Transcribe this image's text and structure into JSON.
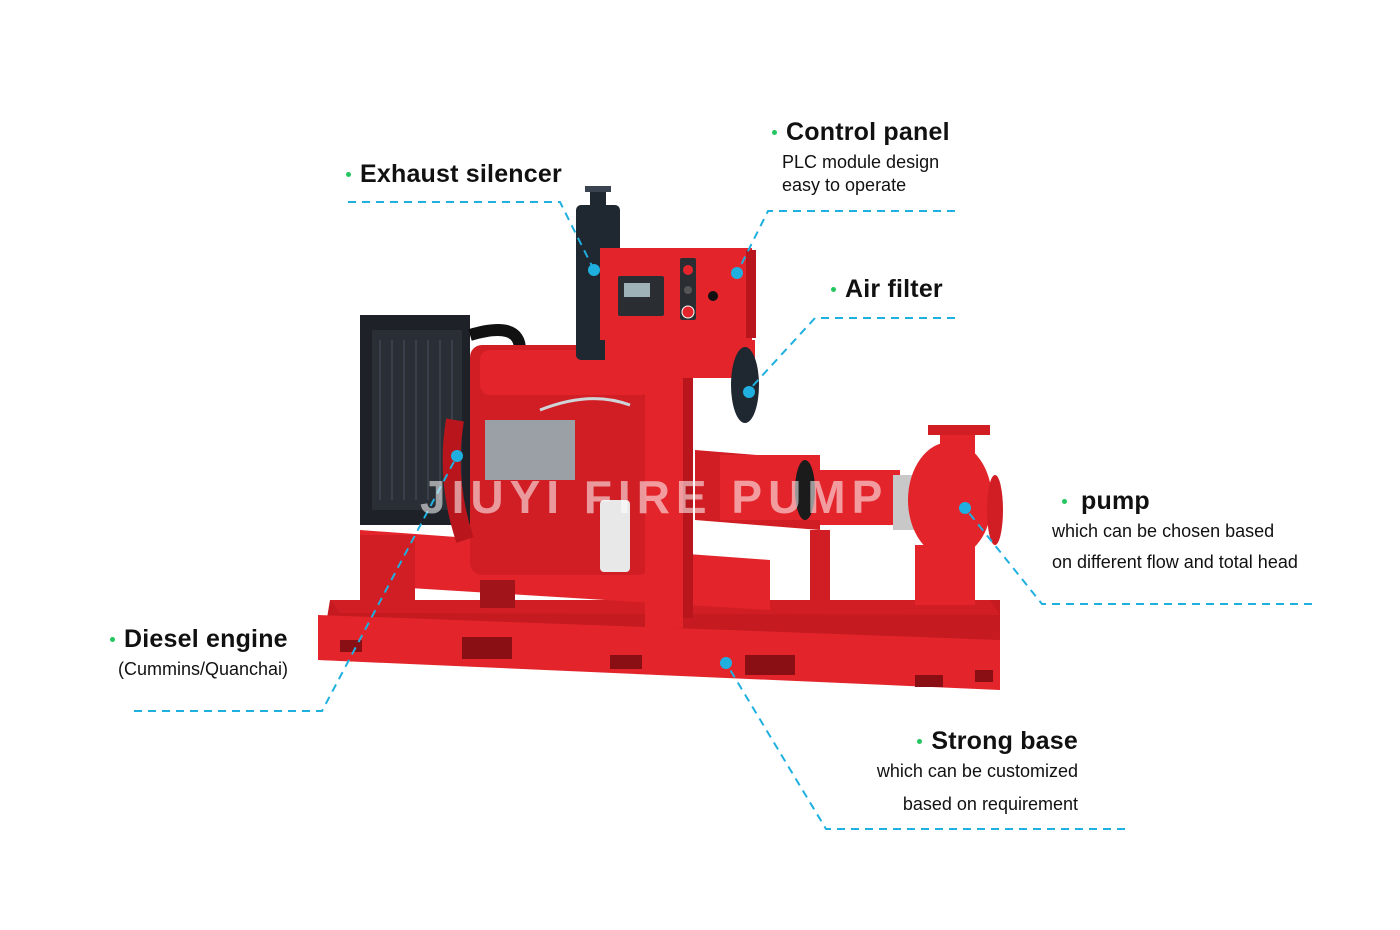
{
  "diagram": {
    "subject": "Diesel engine fire pump set",
    "watermark": "JIUYI FIRE PUMP",
    "colors": {
      "frame_red": "#e3252b",
      "leader_line": "#1fb0e0",
      "bullet_green": "#22c55e",
      "text": "#111111"
    },
    "callouts": {
      "exhaust": {
        "title": "Exhaust silencer"
      },
      "control": {
        "title": "Control panel",
        "lines": [
          "PLC module design",
          "easy to operate"
        ]
      },
      "air_filter": {
        "title": "Air filter"
      },
      "pump": {
        "title": "pump",
        "lines": [
          "which can be chosen based",
          "on different flow and total head"
        ]
      },
      "engine": {
        "title": "Diesel engine",
        "lines": [
          "(Cummins/Quanchai)"
        ]
      },
      "base": {
        "title": "Strong base",
        "lines": [
          "which can be customized",
          "based on requirement"
        ]
      }
    }
  }
}
